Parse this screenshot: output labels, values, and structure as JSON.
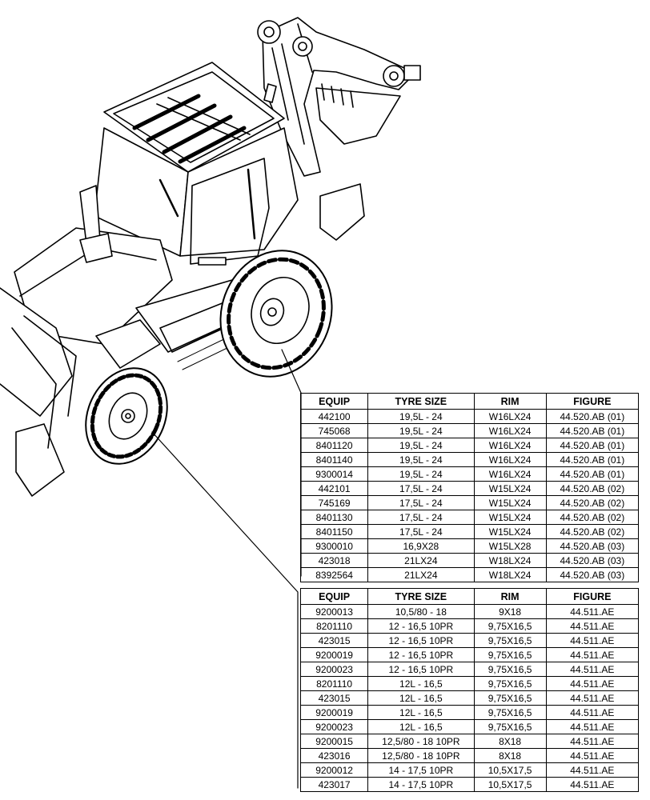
{
  "tables": {
    "headers": [
      "EQUIP",
      "TYRE SIZE",
      "RIM",
      "FIGURE"
    ],
    "rear_tyres": [
      [
        "442100",
        "19,5L - 24",
        "W16LX24",
        "44.520.AB (01)"
      ],
      [
        "745068",
        "19,5L - 24",
        "W16LX24",
        "44.520.AB (01)"
      ],
      [
        "8401120",
        "19,5L - 24",
        "W16LX24",
        "44.520.AB (01)"
      ],
      [
        "8401140",
        "19,5L - 24",
        "W16LX24",
        "44.520.AB (01)"
      ],
      [
        "9300014",
        "19,5L - 24",
        "W16LX24",
        "44.520.AB (01)"
      ],
      [
        "442101",
        "17,5L - 24",
        "W15LX24",
        "44.520.AB (02)"
      ],
      [
        "745169",
        "17,5L - 24",
        "W15LX24",
        "44.520.AB (02)"
      ],
      [
        "8401130",
        "17,5L - 24",
        "W15LX24",
        "44.520.AB (02)"
      ],
      [
        "8401150",
        "17,5L - 24",
        "W15LX24",
        "44.520.AB (02)"
      ],
      [
        "9300010",
        "16,9X28",
        "W15LX28",
        "44.520.AB (03)"
      ],
      [
        "423018",
        "21LX24",
        "W18LX24",
        "44.520.AB (03)"
      ],
      [
        "8392564",
        "21LX24",
        "W18LX24",
        "44.520.AB (03)"
      ]
    ],
    "front_tyres": [
      [
        "9200013",
        "10,5/80 - 18",
        "9X18",
        "44.511.AE"
      ],
      [
        "8201110",
        "12 - 16,5 10PR",
        "9,75X16,5",
        "44.511.AE"
      ],
      [
        "423015",
        "12 - 16,5 10PR",
        "9,75X16,5",
        "44.511.AE"
      ],
      [
        "9200019",
        "12 - 16,5 10PR",
        "9,75X16,5",
        "44.511.AE"
      ],
      [
        "9200023",
        "12 - 16,5 10PR",
        "9,75X16,5",
        "44.511.AE"
      ],
      [
        "8201110",
        "12L - 16,5",
        "9,75X16,5",
        "44.511.AE"
      ],
      [
        "423015",
        "12L - 16,5",
        "9,75X16,5",
        "44.511.AE"
      ],
      [
        "9200019",
        "12L - 16,5",
        "9,75X16,5",
        "44.511.AE"
      ],
      [
        "9200023",
        "12L - 16,5",
        "9,75X16,5",
        "44.511.AE"
      ],
      [
        "9200015",
        "12,5/80 - 18 10PR",
        "8X18",
        "44.511.AE"
      ],
      [
        "423016",
        "12,5/80 - 18 10PR",
        "8X18",
        "44.511.AE"
      ],
      [
        "9200012",
        "14 - 17,5 10PR",
        "10,5X17,5",
        "44.511.AE"
      ],
      [
        "423017",
        "14 - 17,5 10PR",
        "10,5X17,5",
        "44.511.AE"
      ]
    ]
  },
  "illustration": {
    "subject": "backhoe-loader-isometric",
    "line_color": "#000000",
    "fill_color": "#ffffff"
  }
}
